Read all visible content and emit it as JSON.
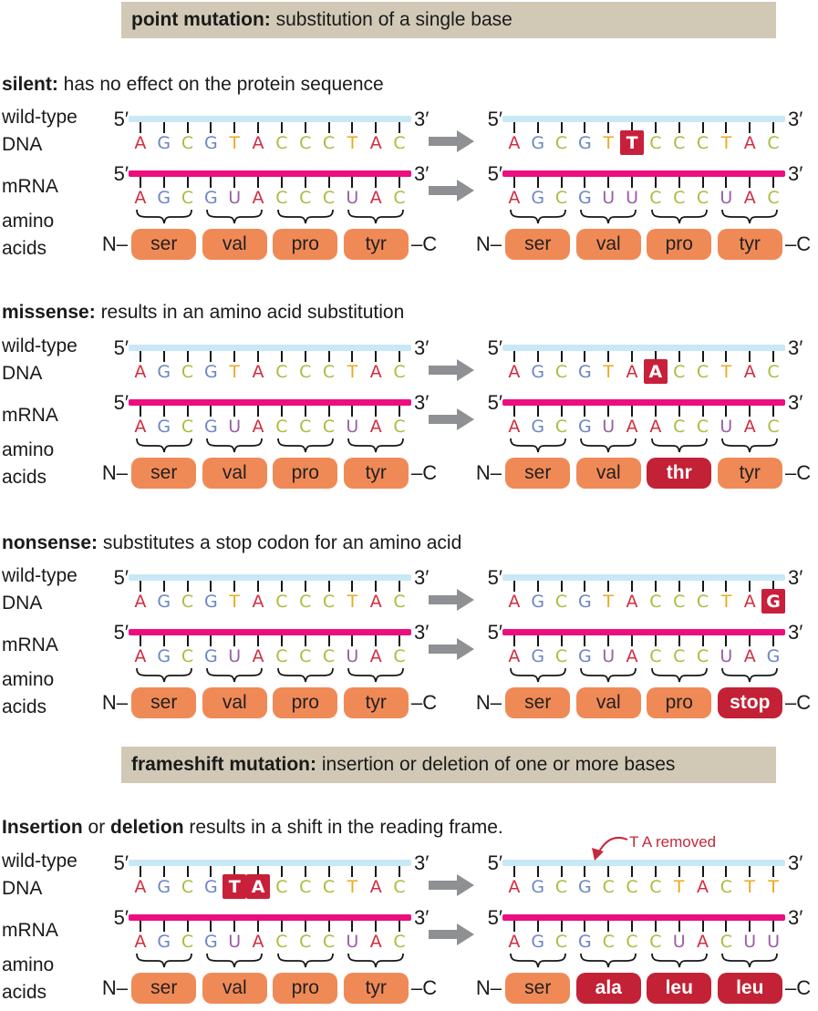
{
  "headers": {
    "point": {
      "bold": "point mutation:",
      "rest": " substitution of a single base"
    },
    "frameshift": {
      "bold": "frameshift mutation:",
      "rest": " insertion or deletion of one or more bases"
    }
  },
  "row_labels": {
    "wild_type": "wild-type",
    "dna": "DNA",
    "mrna": "mRNA",
    "amino": "amino",
    "acids": "acids"
  },
  "strand_labels": {
    "five_prime": "5′",
    "three_prime": "3′",
    "n_terminus": "N–",
    "c_terminus": "–C"
  },
  "annotation": {
    "text": "T A removed"
  },
  "colors": {
    "banner_bg": "#d1c8b6",
    "dna_bar": "#c9e8f5",
    "mrna_bar": "#ec0e7e",
    "arrow_gray": "#8e9093",
    "amino_box_orange": "#ef8a57",
    "mutant_box_crimson": "#c32136",
    "highlight_red": "#c8203a",
    "annotation_red": "#c5293d",
    "tick_black": "#151515",
    "bases": {
      "A": "#d22d3f",
      "G": "#6d86c4",
      "C": "#a6bf3e",
      "T": "#e9aa1f",
      "U": "#9c5ea7"
    }
  },
  "sections": [
    {
      "id": "silent",
      "heading": [
        {
          "t": "silent:",
          "b": true
        },
        {
          "t": " has no effect on the protein sequence",
          "b": false
        }
      ],
      "left": {
        "dna": "AGCGTACCCTAC",
        "dna_hl": [],
        "mrna": "AGCGUACCCUAC",
        "amino": [
          {
            "label": "ser",
            "mutant": false
          },
          {
            "label": "val",
            "mutant": false
          },
          {
            "label": "pro",
            "mutant": false
          },
          {
            "label": "tyr",
            "mutant": false
          }
        ]
      },
      "right": {
        "dna": "AGCGTTCCCTAC",
        "dna_hl": [
          5
        ],
        "mrna": "AGCGUUCCCUAC",
        "amino": [
          {
            "label": "ser",
            "mutant": false
          },
          {
            "label": "val",
            "mutant": false
          },
          {
            "label": "pro",
            "mutant": false
          },
          {
            "label": "tyr",
            "mutant": false
          }
        ]
      }
    },
    {
      "id": "missense",
      "heading": [
        {
          "t": "missense:",
          "b": true
        },
        {
          "t": " results in an amino acid substitution",
          "b": false
        }
      ],
      "left": {
        "dna": "AGCGTACCCTAC",
        "dna_hl": [],
        "mrna": "AGCGUACCCUAC",
        "amino": [
          {
            "label": "ser",
            "mutant": false
          },
          {
            "label": "val",
            "mutant": false
          },
          {
            "label": "pro",
            "mutant": false
          },
          {
            "label": "tyr",
            "mutant": false
          }
        ]
      },
      "right": {
        "dna": "AGCGTAACCTAC",
        "dna_hl": [
          6
        ],
        "mrna": "AGCGUAACCUAC",
        "amino": [
          {
            "label": "ser",
            "mutant": false
          },
          {
            "label": "val",
            "mutant": false
          },
          {
            "label": "thr",
            "mutant": true
          },
          {
            "label": "tyr",
            "mutant": false
          }
        ]
      }
    },
    {
      "id": "nonsense",
      "heading": [
        {
          "t": "nonsense:",
          "b": true
        },
        {
          "t": " substitutes a stop codon for an amino acid",
          "b": false
        }
      ],
      "left": {
        "dna": "AGCGTACCCTAC",
        "dna_hl": [],
        "mrna": "AGCGUACCCUAC",
        "amino": [
          {
            "label": "ser",
            "mutant": false
          },
          {
            "label": "val",
            "mutant": false
          },
          {
            "label": "pro",
            "mutant": false
          },
          {
            "label": "tyr",
            "mutant": false
          }
        ]
      },
      "right": {
        "dna": "AGCGTACCCTAG",
        "dna_hl": [
          11
        ],
        "mrna": "AGCGUACCCUAG",
        "amino": [
          {
            "label": "ser",
            "mutant": false
          },
          {
            "label": "val",
            "mutant": false
          },
          {
            "label": "pro",
            "mutant": false
          },
          {
            "label": "stop",
            "mutant": true
          }
        ]
      }
    },
    {
      "id": "frameshift",
      "heading": [
        {
          "t": "Insertion",
          "b": true
        },
        {
          "t": " or ",
          "b": false
        },
        {
          "t": "deletion",
          "b": true
        },
        {
          "t": " results in a shift in the reading frame.",
          "b": false
        }
      ],
      "left": {
        "dna": "AGCGTACCCTAC",
        "dna_hl": [
          4,
          5
        ],
        "mrna": "AGCGUACCCUAC",
        "amino": [
          {
            "label": "ser",
            "mutant": false
          },
          {
            "label": "val",
            "mutant": false
          },
          {
            "label": "pro",
            "mutant": false
          },
          {
            "label": "tyr",
            "mutant": false
          }
        ]
      },
      "right": {
        "dna": "AGCGCCCTACTT",
        "dna_hl": [],
        "mrna": "AGCGCCCUACUU",
        "amino": [
          {
            "label": "ser",
            "mutant": false
          },
          {
            "label": "ala",
            "mutant": true
          },
          {
            "label": "leu",
            "mutant": true
          },
          {
            "label": "leu",
            "mutant": true
          }
        ]
      }
    }
  ]
}
